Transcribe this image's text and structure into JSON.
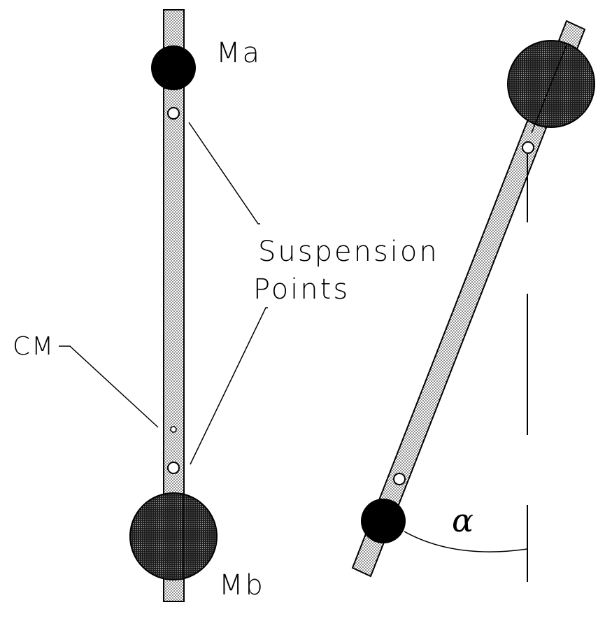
{
  "labels": {
    "mass_a": "Ma",
    "mass_b": "Mb",
    "suspension_line1": "Suspension",
    "suspension_line2": "Points",
    "center_of_mass": "CM",
    "angle": "α"
  },
  "colors": {
    "ink": "#000000",
    "rod_dots": "#000000",
    "small_mass_fill": "#000000",
    "large_mass_fill": "#2b2b2b",
    "background": "#ffffff"
  }
}
